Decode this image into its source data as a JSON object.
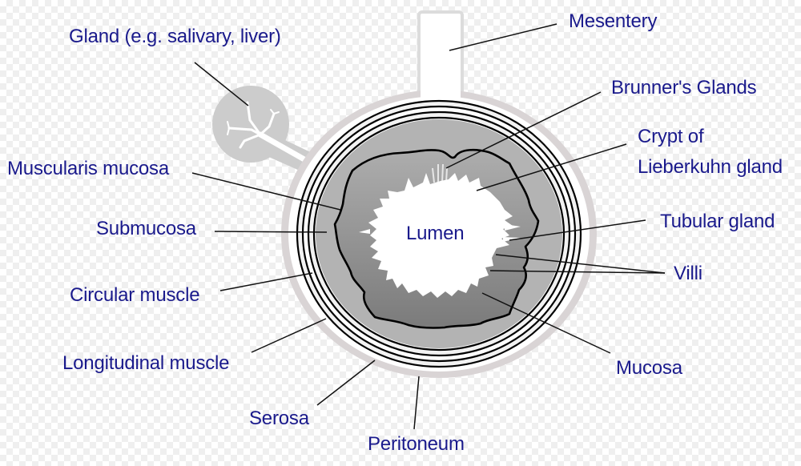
{
  "diagram": {
    "title": "Cross-section of the gastrointestinal tract",
    "colors": {
      "label_text": "#1a1a8c",
      "leader_line": "#111111",
      "peritoneum_band": "#d9d4d5",
      "serosa": "#ffffff",
      "muscle_line": "#000000",
      "submucosa": "#b3b3b3",
      "mucosa_top": "#acacac",
      "mucosa_bottom": "#7d7d7d",
      "lumen": "#ffffff",
      "gland": "#cccccc",
      "mesentery_outline": "#dddddd"
    },
    "labels": {
      "gland": "Gland (e.g. salivary, liver)",
      "mesentery": "Mesentery",
      "brunners_glands": "Brunner's Glands",
      "crypt_line1": "Crypt of",
      "crypt_line2": "Lieberkuhn gland",
      "muscularis_mucosa": "Muscularis mucosa",
      "submucosa": "Submucosa",
      "tubular_gland": "Tubular gland",
      "lumen": "Lumen",
      "villi": "Villi",
      "circular_muscle": "Circular muscle",
      "longitudinal_muscle": "Longitudinal muscle",
      "mucosa": "Mucosa",
      "serosa": "Serosa",
      "peritoneum": "Peritoneum"
    }
  }
}
